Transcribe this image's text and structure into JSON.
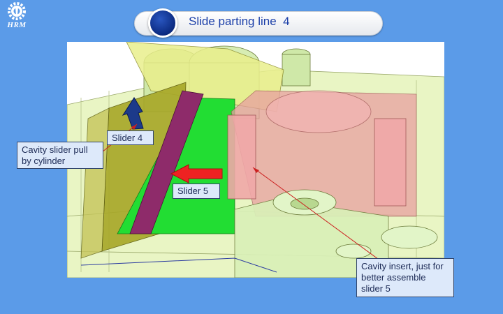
{
  "slide": {
    "title": "Slide parting line  4",
    "logo_text": "HRM",
    "logo_icon": "gear-icon"
  },
  "annotations": {
    "cavity_slider": "Cavity slider pull by cylinder",
    "slider4": "Slider 4",
    "slider5": "Slider 5",
    "cavity_insert": "Cavity insert, just for better assemble slider 5"
  },
  "colors": {
    "background": "#5b9be8",
    "title_text": "#1b3fa8",
    "slider4": "#a8a82a",
    "slider5": "#22dd33",
    "insert": "#e8a0a0",
    "rail": "#8e2b6a"
  }
}
